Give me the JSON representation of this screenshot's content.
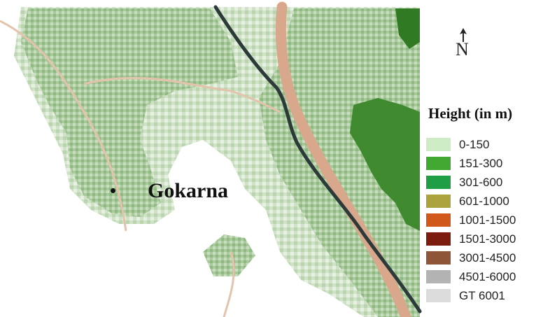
{
  "map": {
    "place_label": "Gokarna",
    "north_label": "N",
    "icons": [
      "north-arrow-icon",
      "place-marker-icon"
    ],
    "colors": {
      "background": "#ffffff",
      "light_terrain": "#c9dfbf",
      "mid_terrain": "#98bd89",
      "dark_forest": "#3f8a2e",
      "road": "#d9a88c",
      "railway": "#2c3a3a"
    }
  },
  "legend": {
    "title": "Height (in m)",
    "items": [
      {
        "label": "0-150",
        "color": "#cdebc4"
      },
      {
        "label": "151-300",
        "color": "#43a832"
      },
      {
        "label": "301-600",
        "color": "#1f9e45"
      },
      {
        "label": "601-1000",
        "color": "#aba33c"
      },
      {
        "label": "1001-1500",
        "color": "#d0581b"
      },
      {
        "label": "1501-3000",
        "color": "#7c1c0f"
      },
      {
        "label": "3001-4500",
        "color": "#8e5636"
      },
      {
        "label": "4501-6000",
        "color": "#b3b3b3"
      },
      {
        "label": "GT 6001",
        "color": "#dcdcdc"
      }
    ]
  }
}
